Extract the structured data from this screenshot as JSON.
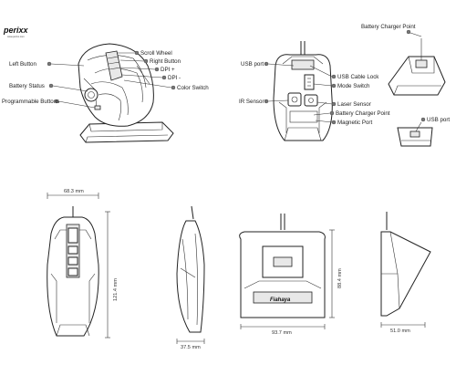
{
  "brand": {
    "logo_text": "perixx",
    "logo_sub": "www.perixx.com",
    "dock_brand": "Fiahaya"
  },
  "callouts_top_left": {
    "scroll_wheel": "Scroll Wheel",
    "right_button": "Right Button",
    "dpi_plus": "DPI +",
    "dpi_minus": "DPI -",
    "color_switch": "Color Switch",
    "left_button": "Left Button",
    "battery_status": "Battery Status",
    "programmable_buttons": "Programmable Buttons"
  },
  "callouts_bottom_view": {
    "usb_port": "USB port",
    "usb_cable_lock": "USB Cable Lock",
    "mode_switch": "Mode Switch",
    "ir_sensor": "IR Sensor",
    "laser_sensor": "Laser Sensor",
    "battery_charger_point": "Battery Charger Point",
    "magnetic_port": "Magnetic Port"
  },
  "callouts_dock": {
    "battery_charger_point": "Battery Charger Point",
    "usb_port": "USB port"
  },
  "dimensions": {
    "mouse_width": "68.3 mm",
    "mouse_length": "121.4 mm",
    "mouse_height": "37.5 mm",
    "dock_width": "93.7 mm",
    "dock_height": "88.4 mm",
    "dock_depth": "51.0 mm"
  }
}
